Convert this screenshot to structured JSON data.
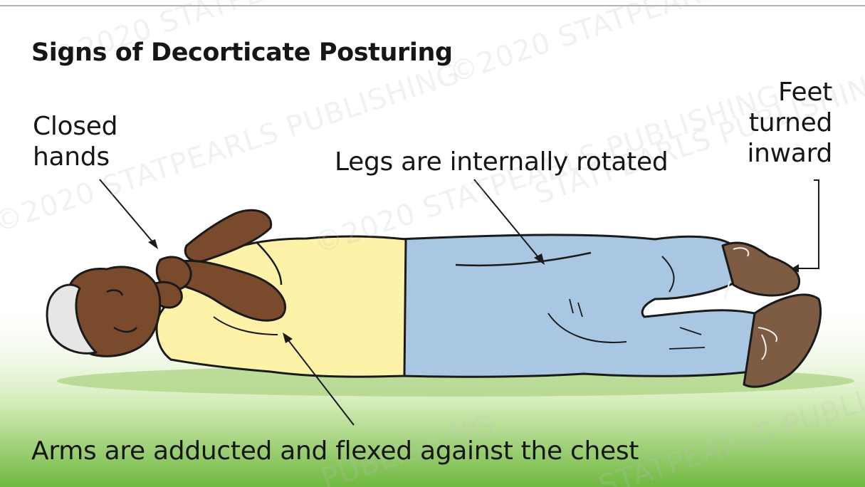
{
  "title": "Signs of Decorticate Posturing",
  "labels": {
    "closed_hands": [
      "Closed",
      "hands"
    ],
    "legs": "Legs are internally rotated",
    "feet": [
      "Feet",
      "turned",
      "inward"
    ],
    "arms": "Arms are adducted and flexed against the chest"
  },
  "watermarks": [
    "©2020 STATPEARLS PUBLISHING",
    "©2020 STATPEARLS PUBLISHING",
    "©2020 STATPEARLS PUBLISHING",
    "STATPEARLS PUBLISHING",
    "©2020 STATPEARLS PUBLISHING",
    "PUBLISHING",
    "STATPEARLS PUBLISHING"
  ],
  "colors": {
    "grass_top": "#ffffff",
    "grass_mid": "#d4ecb8",
    "grass_bottom": "#6fb83f",
    "shirt": "#fdf2a8",
    "pants": "#a9c7e2",
    "skin": "#7a4a2c",
    "shoes": "#7e5b43",
    "hair": "#e6e6e6",
    "outline": "#1a1a1a"
  }
}
